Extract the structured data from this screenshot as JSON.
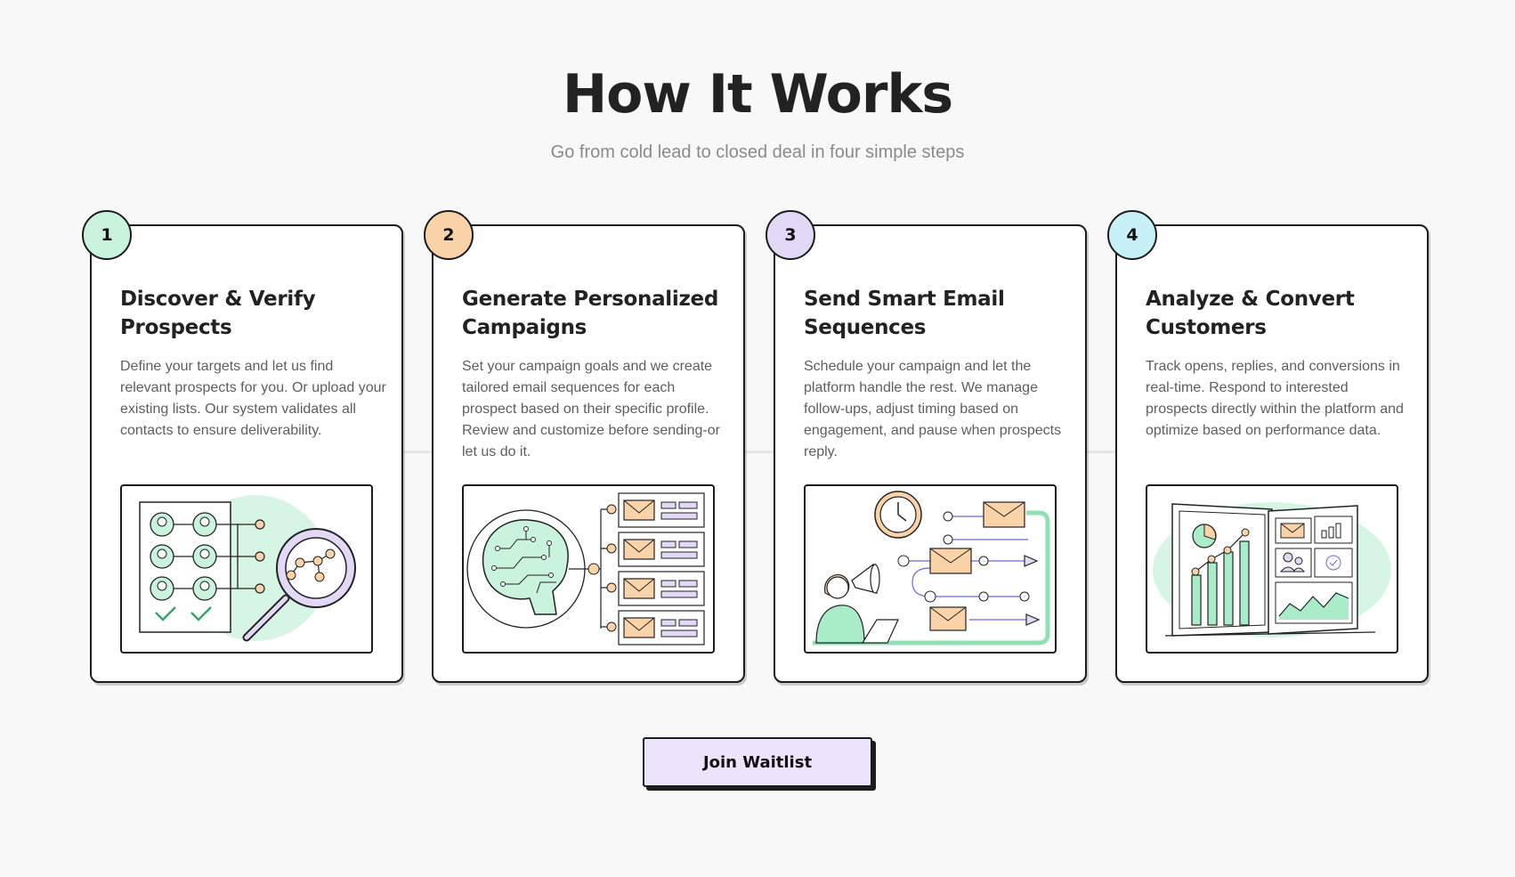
{
  "header": {
    "title": "How It Works",
    "subtitle": "Go from cold lead to closed deal in four simple steps"
  },
  "steps": [
    {
      "number": "1",
      "title": "Discover & Verify Prospects",
      "description": "Define your targets and let us find relevant prospects for you. Or upload your existing lists. Our system validates all contacts to ensure deliverability.",
      "badge_color": "#c9f3dc",
      "illustration": "prospect-search-illustration"
    },
    {
      "number": "2",
      "title": "Generate Personalized Campaigns",
      "description": "Set your campaign goals and we create tailored email sequences for each prospect based on their specific profile. Review and customize before sending-or let us do it.",
      "badge_color": "#fbd3a8",
      "illustration": "ai-brain-email-illustration"
    },
    {
      "number": "3",
      "title": "Send Smart Email Sequences",
      "description": "Schedule your campaign and let the platform handle the rest. We manage follow-ups, adjust timing based on engagement, and pause when prospects reply.",
      "badge_color": "#e3d9f7",
      "illustration": "email-sequence-illustration"
    },
    {
      "number": "4",
      "title": "Analyze & Convert Customers",
      "description": "Track opens, replies, and conversions in real-time. Respond to interested prospects directly within the platform and optimize based on performance data.",
      "badge_color": "#c8f1f7",
      "illustration": "analytics-dashboard-illustration"
    }
  ],
  "cta": {
    "label": "Join Waitlist"
  },
  "colors": {
    "background": "#f8f8f8",
    "mint": "#c9f3dc",
    "peach": "#fbd3a8",
    "lavender": "#e3d9f7",
    "cyan": "#c8f1f7",
    "button": "#ece4fb"
  }
}
